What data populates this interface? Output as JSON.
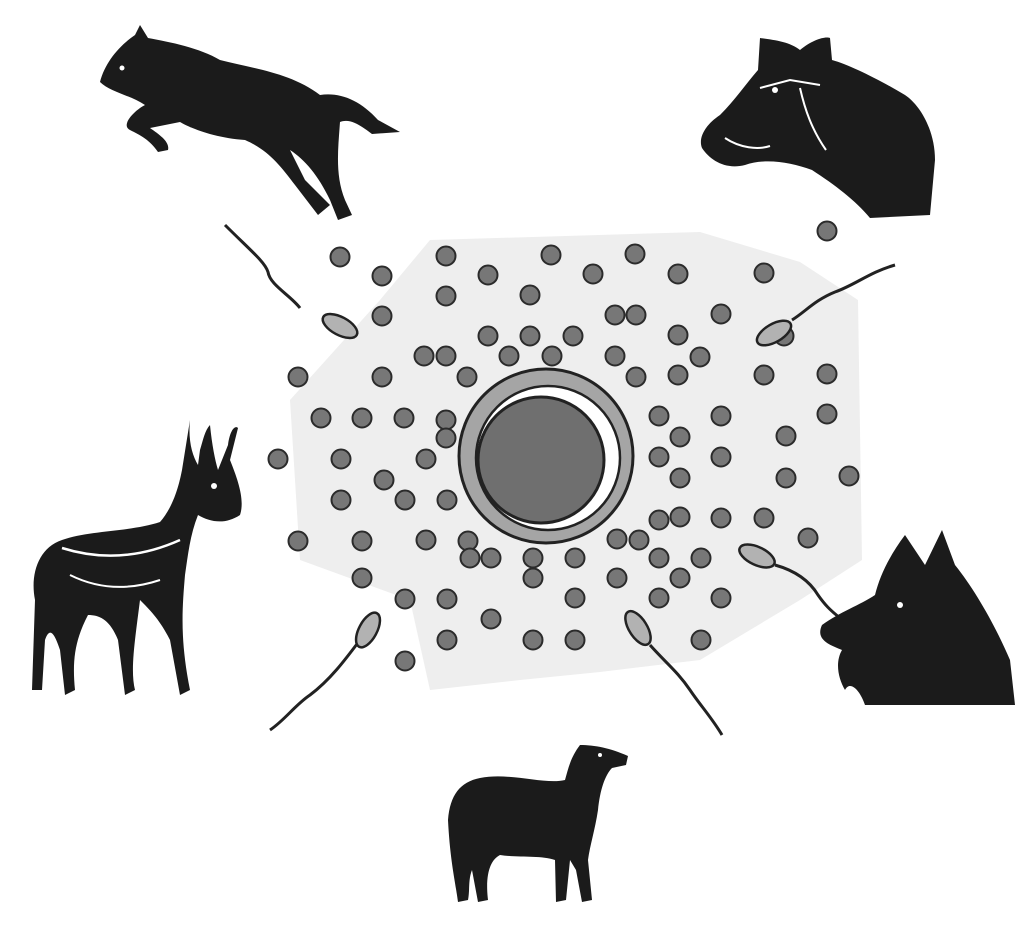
{
  "figure": {
    "subject": "",
    "colors": {
      "background": "#ffffff",
      "halo": "#eeeeee",
      "particle_fill": "#777777",
      "particle_stroke": "#2b2b2b",
      "zona": "#a5a5a5",
      "ooplasm": "#6f6f6f",
      "silhouette": "#1b1b1b",
      "sperm_head": "#b2b2b2"
    }
  },
  "animals": [
    {
      "name": "horse",
      "icon": "horse-icon"
    },
    {
      "name": "cow",
      "icon": "cow-icon"
    },
    {
      "name": "pronghorn",
      "icon": "pronghorn-icon"
    },
    {
      "name": "dog",
      "icon": "dog-icon"
    },
    {
      "name": "llama",
      "icon": "llama-icon"
    }
  ]
}
